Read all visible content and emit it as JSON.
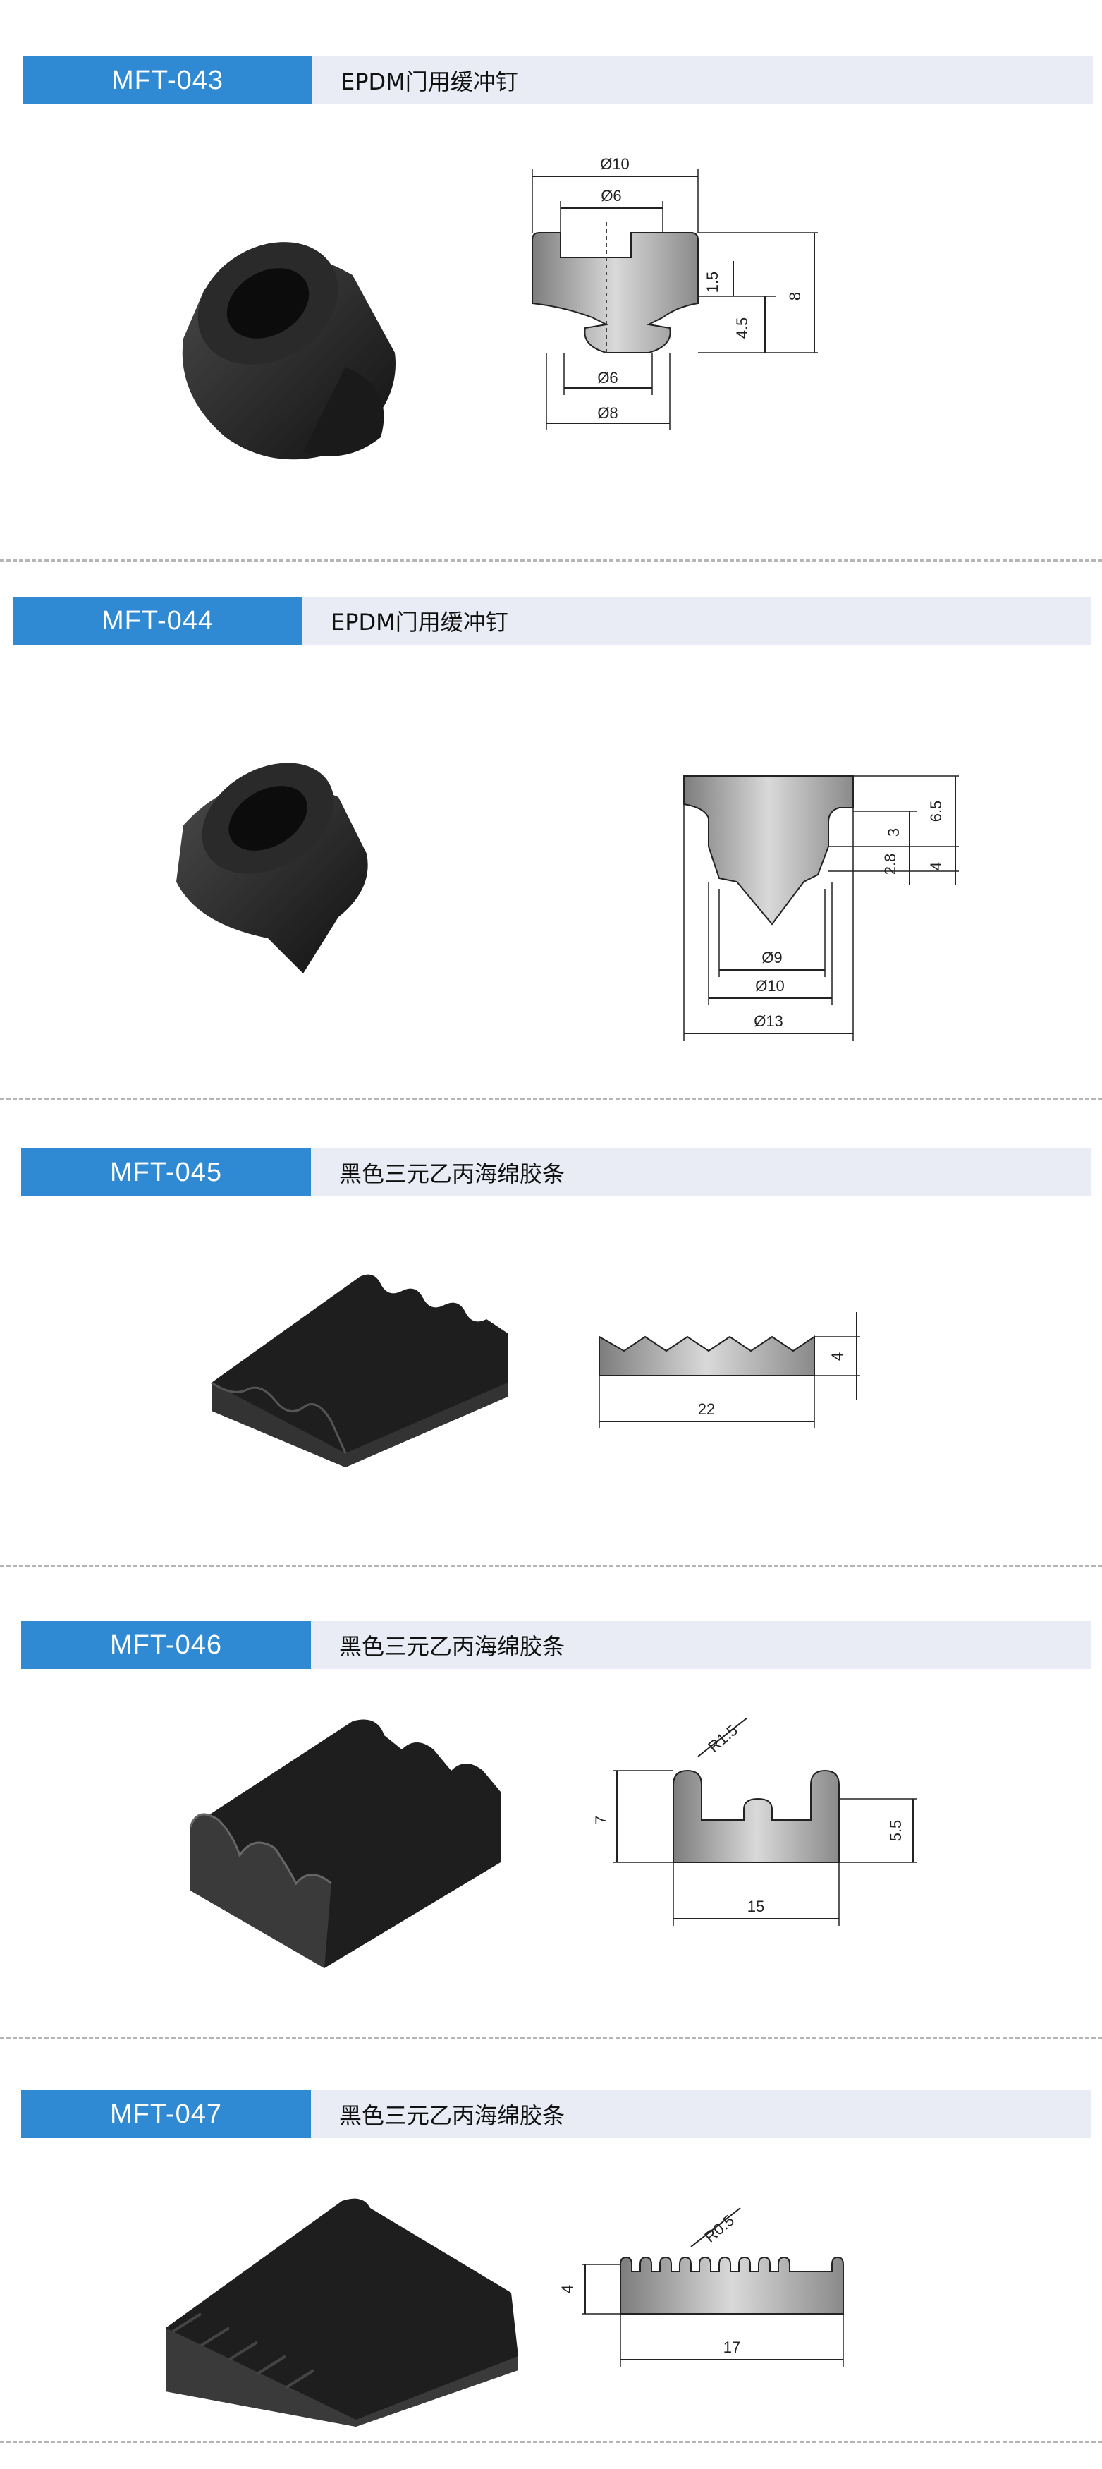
{
  "sections": [
    {
      "code": "MFT-043",
      "title": "EPDM门用缓冲钉",
      "dims": {
        "d_top": "Ø10",
        "d_head": "Ø6",
        "h1": "1.5",
        "h2": "4.5",
        "h_total": "8",
        "d_neck": "Ø6",
        "d_base": "Ø8"
      }
    },
    {
      "code": "MFT-044",
      "title": "EPDM门用缓冲钉",
      "dims": {
        "h3": "3",
        "h28": "2.8",
        "h65": "6.5",
        "h4": "4",
        "d9": "Ø9",
        "d10": "Ø10",
        "d13": "Ø13"
      }
    },
    {
      "code": "MFT-045",
      "title": "黑色三元乙丙海绵胶条",
      "dims": {
        "height": "4",
        "width": "22"
      }
    },
    {
      "code": "MFT-046",
      "title": "黑色三元乙丙海绵胶条",
      "dims": {
        "radius": "R1.5",
        "h_total": "7",
        "h_inner": "5.5",
        "width": "15"
      }
    },
    {
      "code": "MFT-047",
      "title": "黑色三元乙丙海绵胶条",
      "dims": {
        "radius": "R0.5",
        "height": "4",
        "width": "17"
      }
    }
  ]
}
